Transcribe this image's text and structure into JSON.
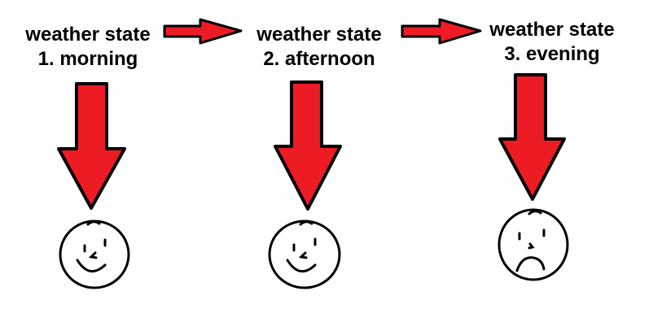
{
  "states": [
    {
      "title": "weather state",
      "step": "1. morning",
      "mood": "happy"
    },
    {
      "title": "weather state",
      "step": "2. afternoon",
      "mood": "happy"
    },
    {
      "title": "weather state",
      "step": "3. evening",
      "mood": "sad"
    }
  ],
  "colors": {
    "arrow_fill": "#ed1c24",
    "outline": "#000000",
    "background": "#ffffff"
  }
}
